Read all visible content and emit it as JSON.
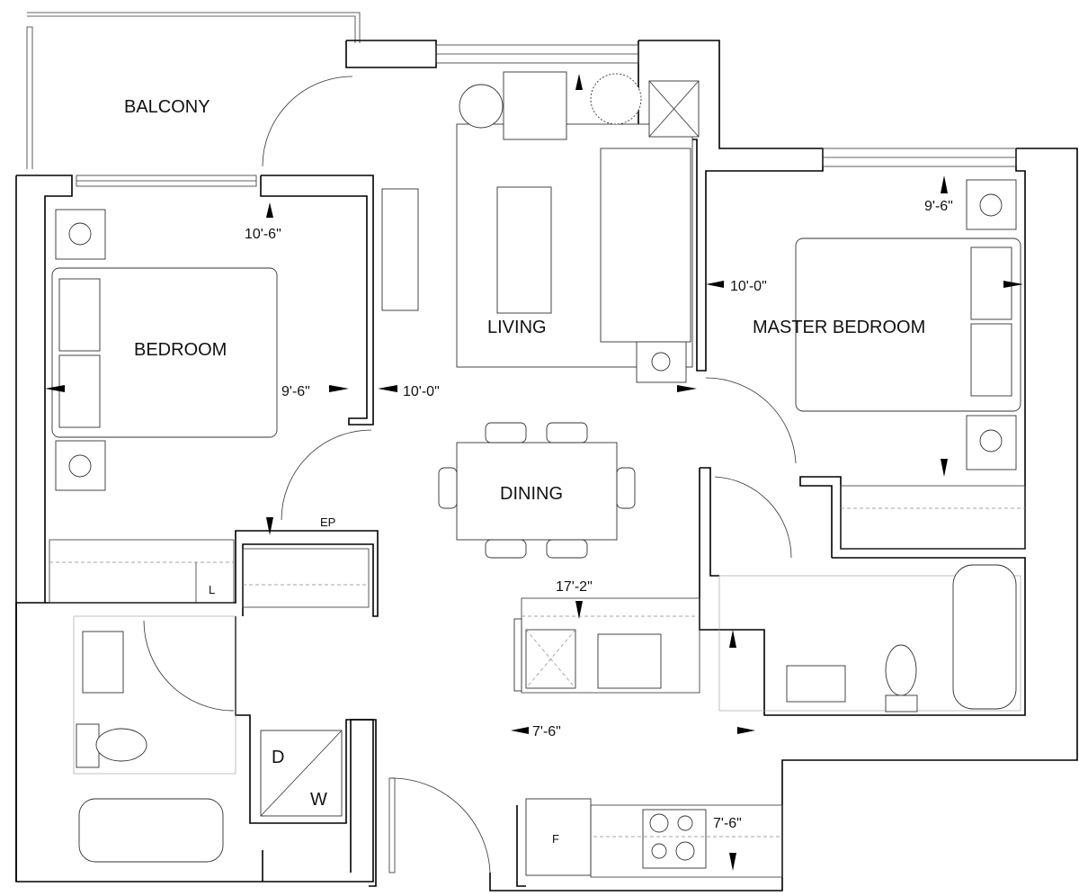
{
  "rooms": {
    "balcony": "BALCONY",
    "bedroom": "BEDROOM",
    "living": "LIVING",
    "master_bedroom": "MASTER BEDROOM",
    "dining": "DINING"
  },
  "dimensions": {
    "bedroom_width": "10'-6\"",
    "bedroom_depth": "9'-6\"",
    "bedroom_right": "10'-0\"",
    "master_depth": "10'-0\"",
    "master_width": "9'-6\"",
    "kitchen_length": "17'-2\"",
    "kitchen_width": "7'-6\"",
    "kitchen_right": "7'-6\""
  },
  "fixtures": {
    "electrical_panel": "EP",
    "linen": "L",
    "dryer": "D",
    "washer": "W",
    "fridge": "F"
  }
}
